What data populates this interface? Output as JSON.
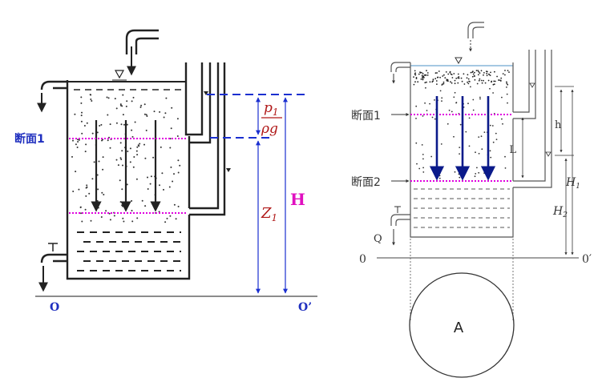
{
  "left_diagram": {
    "section_label": "断面1",
    "pressure_head_numerator": "p",
    "pressure_head_numerator_sub": "1",
    "pressure_head_denominator": "ρg",
    "elevation_head": "Z",
    "elevation_head_sub": "1",
    "total_head": "H",
    "datum_left": "O",
    "datum_right": "O’",
    "colors": {
      "section_label": "#1f2fbf",
      "heads": "#b01818",
      "total_head": "#e010c0",
      "dimension_lines": "#1a2fd0",
      "datum_labels": "#1f2fbf",
      "section_line": "#e000e0"
    }
  },
  "right_diagram": {
    "section1_label": "断面1",
    "section2_label": "断面2",
    "head_loss": "h",
    "length": "L",
    "head1": "H",
    "head1_sub": "1",
    "head2": "H",
    "head2_sub": "2",
    "flow": "Q",
    "datum_left": "0",
    "datum_right": "0′",
    "area": "A",
    "colors": {
      "arrows": "#0a1a8a",
      "section_line": "#e000e0",
      "water_surface": "#6fa8d0"
    }
  }
}
